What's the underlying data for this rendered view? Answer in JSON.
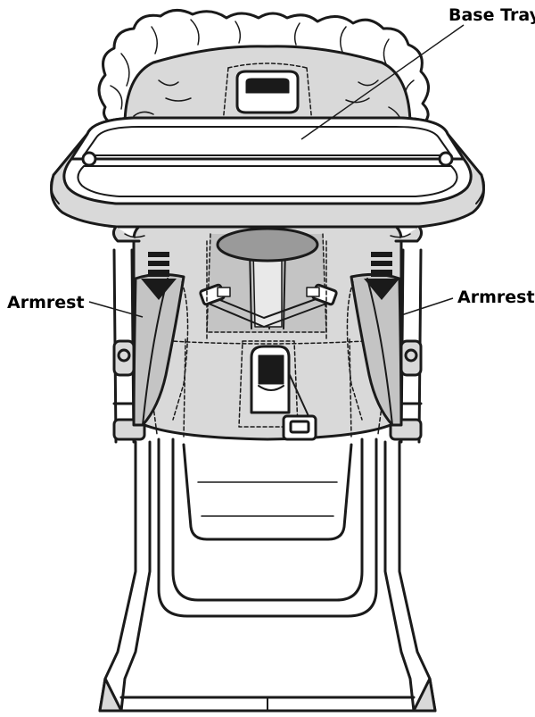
{
  "labels": {
    "base_tray": "Base Tray",
    "armrest_left": "Armrest",
    "armrest_right": "Armrest"
  },
  "colors": {
    "outline": "#1a1a1a",
    "fill_light": "#d9d9d9",
    "fill_mid": "#c4c4c4",
    "fill_dark": "#9a9a9a",
    "background": "#ffffff"
  },
  "icons": {
    "arrow": "down-arrow-icon"
  }
}
